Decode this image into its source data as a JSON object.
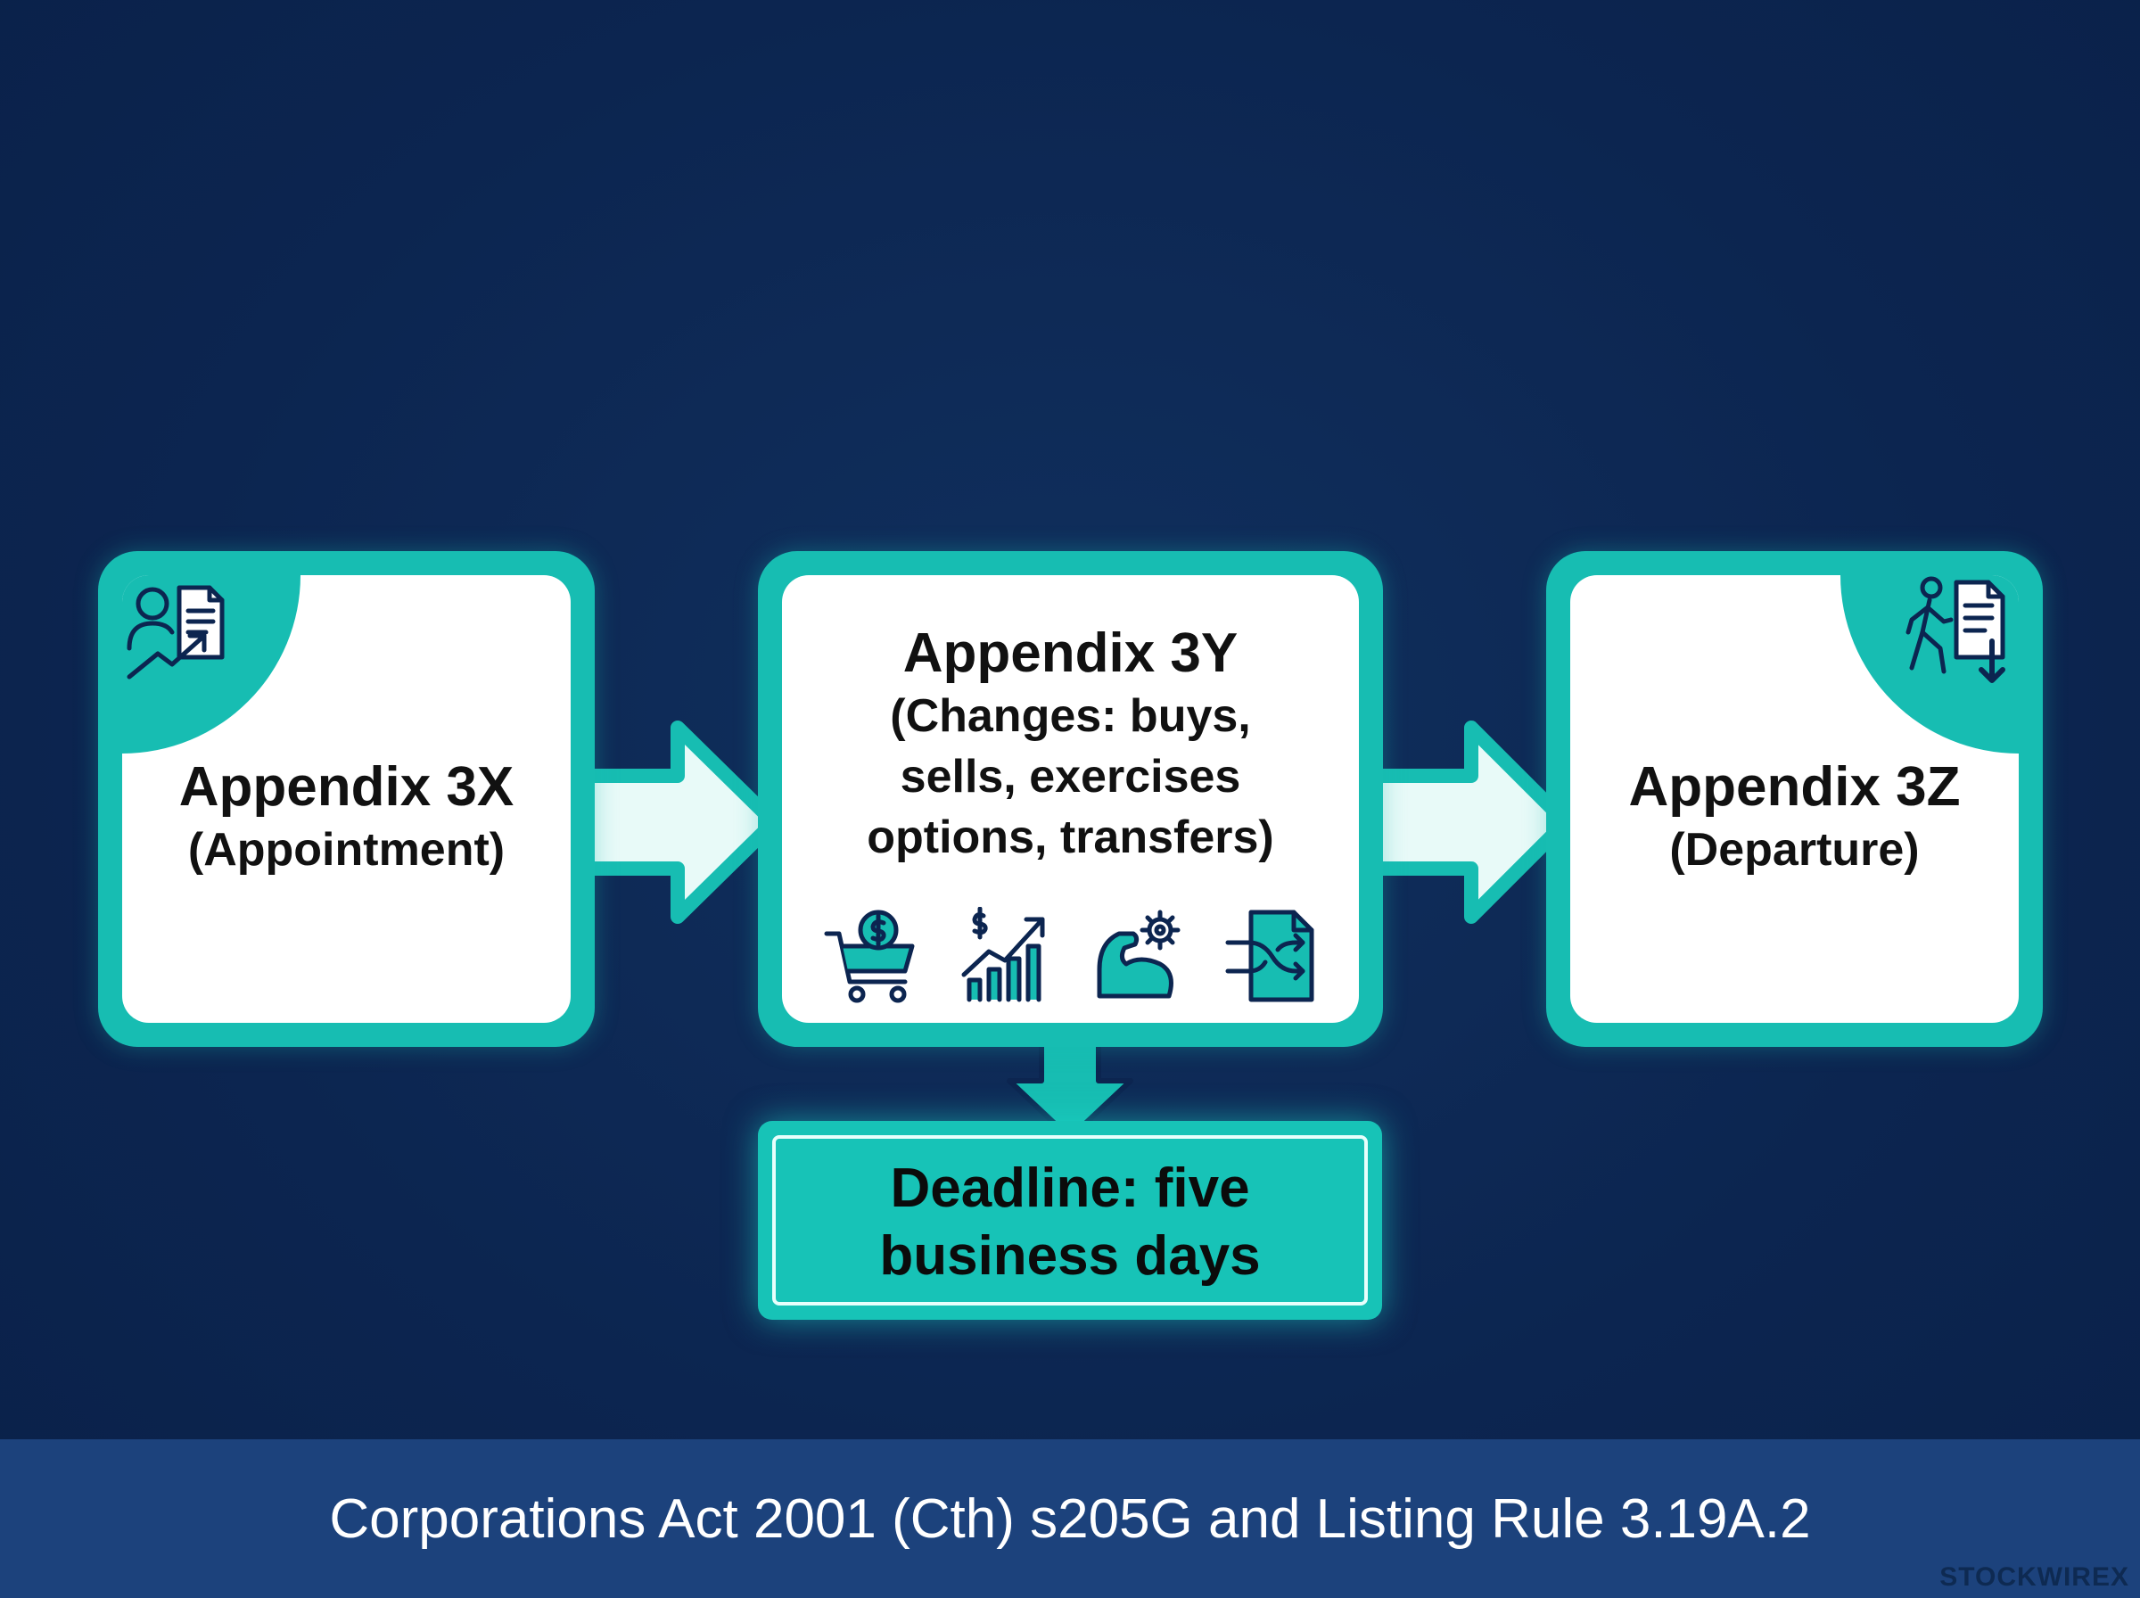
{
  "colors": {
    "background": "#0c2550",
    "accent_teal": "#17bdb2",
    "card_fill": "#ffffff",
    "footer": "#1c427c",
    "text_dark": "#111111",
    "text_light": "#ffffff"
  },
  "cards": [
    {
      "title": "Appendix 3X",
      "subtitle": "(Appointment)",
      "icon": "appointment-person-document-growth-icon"
    },
    {
      "title": "Appendix 3Y",
      "subtitle_lines": [
        "(Changes: buys,",
        "sells, exercises",
        "options, transfers)"
      ],
      "icons": [
        "shopping-cart-dollar-icon",
        "growth-chart-dollar-icon",
        "flexed-arm-gear-icon",
        "document-transfer-icon"
      ]
    },
    {
      "title": "Appendix 3Z",
      "subtitle": "(Departure)",
      "icon": "walking-person-document-icon"
    }
  ],
  "deadline": {
    "lines": [
      "Deadline: five",
      "business days"
    ]
  },
  "footer": {
    "citation": "Corporations Act 2001 (Cth) s205G and Listing Rule 3.19A.2",
    "brand": "STOCKWIREX"
  }
}
